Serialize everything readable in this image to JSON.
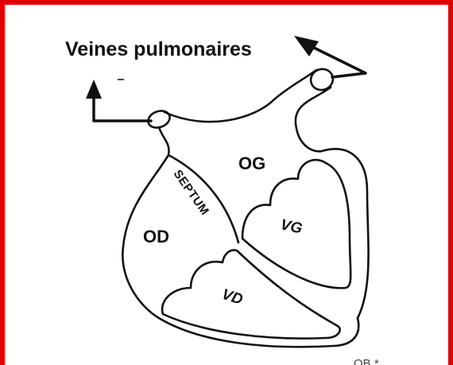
{
  "diagram": {
    "title": "Veines pulmonaires",
    "labels": {
      "og": "OG",
      "od": "OD",
      "septum": "SEPTUM",
      "vg": "VG",
      "vd": "VD"
    },
    "corner_mark": "OB *",
    "colors": {
      "frame": "#e00000",
      "ink": "#111111"
    }
  }
}
